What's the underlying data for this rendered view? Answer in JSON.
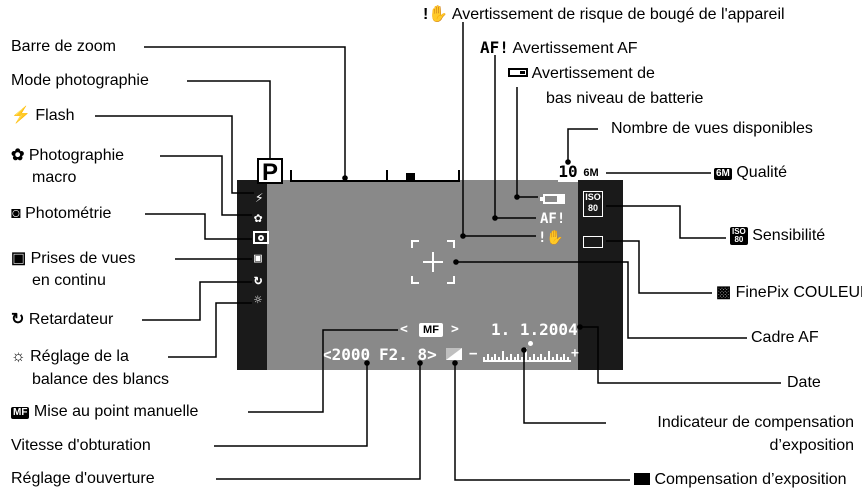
{
  "labels_left": {
    "zoom_bar": "Barre de zoom",
    "shooting_mode": "Mode photographie",
    "flash": "Flash",
    "macro_line1": "Photographie",
    "macro_line2": "macro",
    "metering": "Photométrie",
    "continuous_line1": "Prises de vues",
    "continuous_line2": "en continu",
    "self_timer": "Retardateur",
    "wb_line1": "Réglage de la",
    "wb_line2": "balance des blancs",
    "manual_focus": "Mise au point manuelle",
    "shutter_speed": "Vitesse d'obturation",
    "aperture": "Réglage d'ouverture"
  },
  "labels_right": {
    "shake_warning": "Avertissement de risque de bougé de l'appareil",
    "af_warning": "Avertissement AF",
    "battery_line1": "Avertissement de",
    "battery_line2": "bas niveau de batterie",
    "frames_available": "Nombre de vues disponibles",
    "quality": "Qualité",
    "sensitivity": "Sensibilité",
    "finepix_color": "FinePix COULEUR",
    "af_frame": "Cadre AF",
    "date": "Date",
    "exposure_indicator_line1": "Indicateur de compensation",
    "exposure_indicator_line2": "d’exposition",
    "exposure_compensation": "Compensation d’exposition"
  },
  "icon_texts": {
    "af_warning": "AF!",
    "mode": "P",
    "quality": "6M",
    "iso_top": "ISO",
    "iso_bottom": "80",
    "mf": "MF"
  },
  "screen": {
    "mode": "P",
    "frames": "10",
    "quality": "6M",
    "iso_top": "ISO",
    "iso_bottom": "80",
    "af_warning": "AF!",
    "date": "1. 1.2004",
    "shutter": "<2000",
    "aperture": "F2. 8>",
    "mf": "MF",
    "mf_left": "<",
    "mf_right": ">",
    "ev_minus": "−",
    "ev_plus": "+"
  },
  "colors": {
    "screen_bg": "#898989",
    "screen_side": "#1a1a1a",
    "overlay": "#ffffff",
    "line": "#000000"
  }
}
